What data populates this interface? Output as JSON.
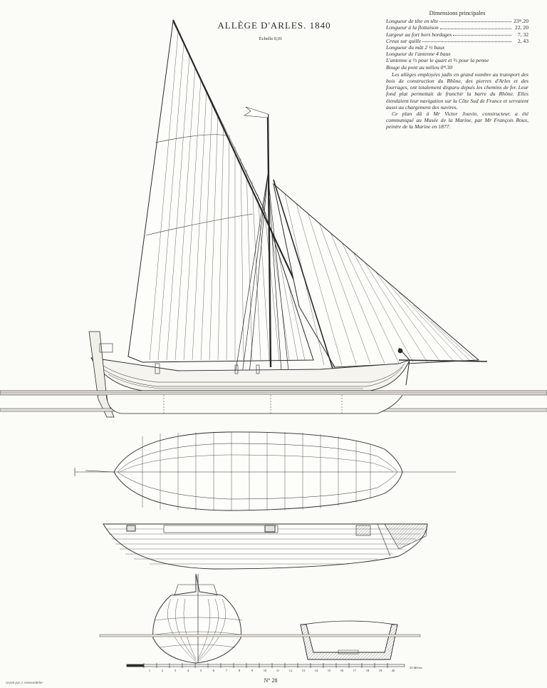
{
  "title": "ALLÈGE D'ARLES. 1840",
  "scale_label": "Échelle 0,01",
  "dimensions": {
    "heading": "Dimensions principales",
    "rows": [
      {
        "label": "Longueur de tête en tête",
        "value": "23ᵐ.20"
      },
      {
        "label": "Longueur à la flottaison",
        "value": "22, 20"
      },
      {
        "label": "Largeur au fort hors bordages",
        "value": "7, 32"
      },
      {
        "label": "Creux sur quille",
        "value": "2, 43"
      }
    ],
    "lines": [
      "Longueur du mât 2 ½ baux",
      "Longueur de l'antenne 4 baux",
      "L'antenne a ⅓ pour le quart et ⅔ pour la penne",
      "Bouge du pont au milieu 0ᵐ.30"
    ],
    "paragraphs": [
      "Les allèges employées jadis en grand nombre au transport des bois de construction du Rhône, des pierres d'Arles et des fourrages, ont totalement disparu depuis les chemins de fer. Leur fond plat permettait de franchir la barre du Rhône. Elles étendaient leur navigation sur la Côte Sud de France et servaient aussi au chargement des navires.",
      "Ce plan dû à Mr Victor Jouvin, constructeur, a été communiqué au Musée de la Marine, par Mr François Roux, peintre de la Marine en 1877."
    ]
  },
  "scale_bar": {
    "ticks": [
      "1",
      "2",
      "3",
      "4",
      "5",
      "6",
      "7",
      "8",
      "9",
      "10",
      "11",
      "12",
      "13",
      "14",
      "15",
      "16",
      "17",
      "18",
      "19",
      "20"
    ],
    "unit": "25 Mètres"
  },
  "engraver": "Gravé par J. Geisendörfer",
  "plate_number": "N° 28"
}
